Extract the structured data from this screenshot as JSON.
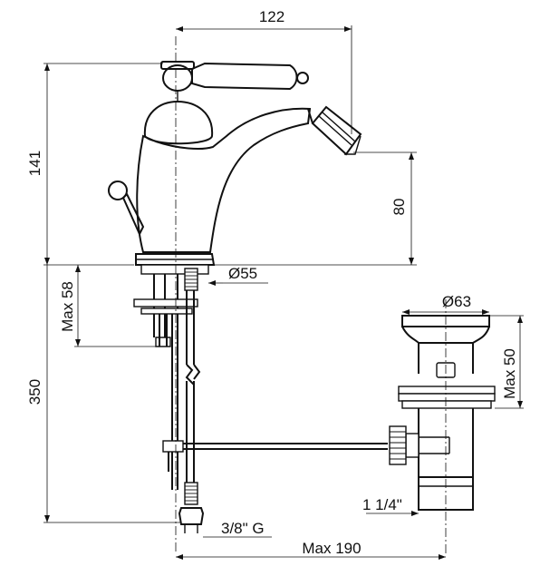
{
  "dimensions": {
    "width_top": "122",
    "height_total": "141",
    "spout_height": "80",
    "base_diameter": "Ø55",
    "max_thickness": "Max 58",
    "flexible_length": "350",
    "waste_diameter": "Ø63",
    "waste_max_height": "Max 50",
    "waste_thread": "1 1/4\"",
    "inlet_thread": "3/8\" G",
    "max_reach": "Max 190"
  }
}
